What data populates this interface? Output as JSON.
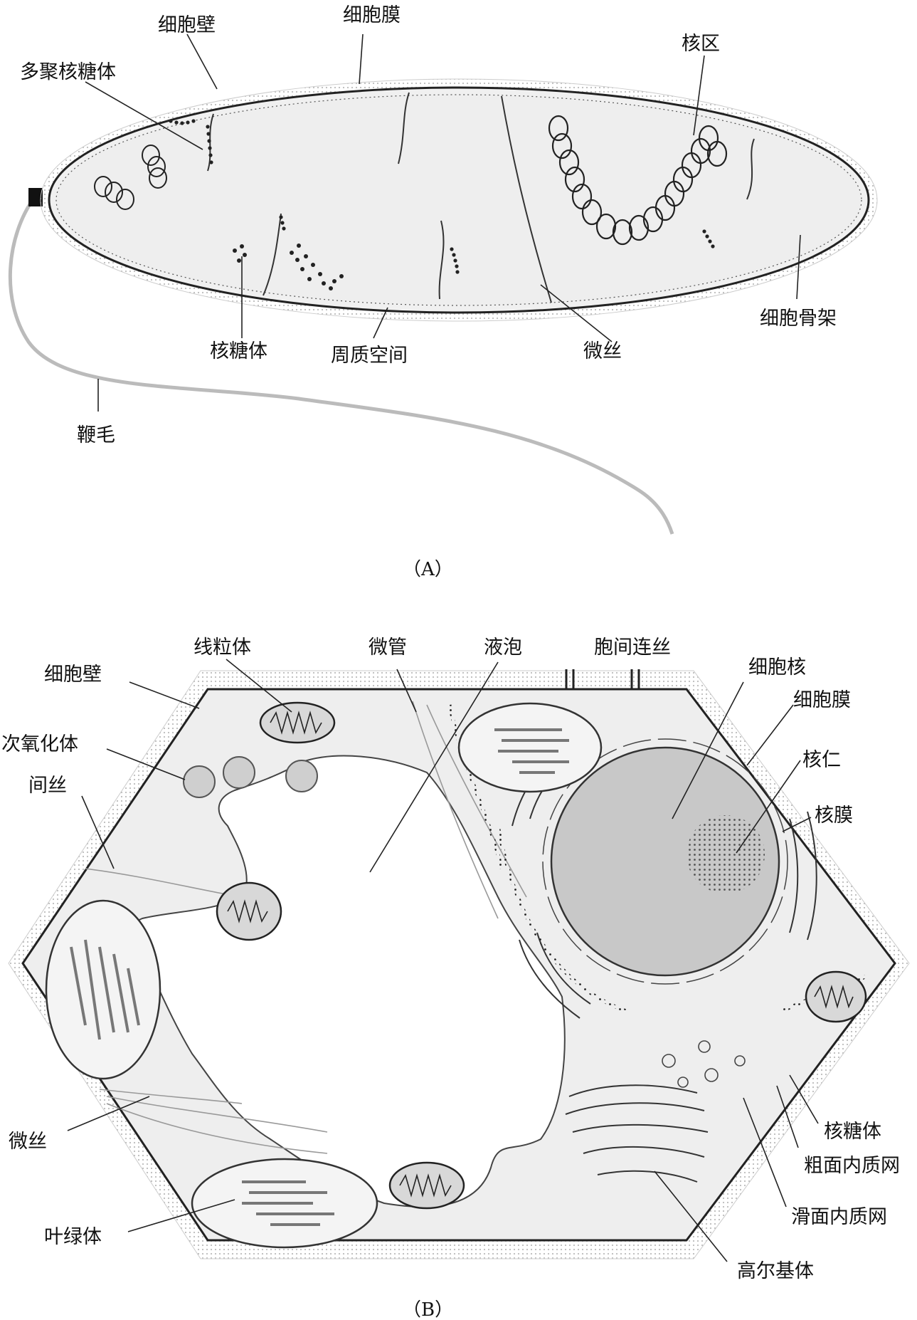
{
  "figure_a": {
    "caption": "（A）",
    "labels": {
      "cell_wall": "细胞壁",
      "cell_membrane": "细胞膜",
      "nucleoid": "核区",
      "polyribosome": "多聚核糖体",
      "cytoskeleton": "细胞骨架",
      "ribosome": "核糖体",
      "periplasmic_space": "周质空间",
      "microfilament": "微丝",
      "flagellum": "鞭毛"
    }
  },
  "figure_b": {
    "caption": "（B）",
    "labels": {
      "mitochondrion": "线粒体",
      "microtubule": "微管",
      "vacuole": "液泡",
      "plasmodesmata": "胞间连丝",
      "cell_wall": "细胞壁",
      "nucleus": "细胞核",
      "cell_membrane": "细胞膜",
      "peroxisome": "次氧化体",
      "nucleolus": "核仁",
      "intermediate_filament": "间丝",
      "nuclear_envelope": "核膜",
      "microfilament": "微丝",
      "ribosome": "核糖体",
      "rough_er": "粗面内质网",
      "smooth_er": "滑面内质网",
      "chloroplast": "叶绿体",
      "golgi": "高尔基体"
    }
  }
}
